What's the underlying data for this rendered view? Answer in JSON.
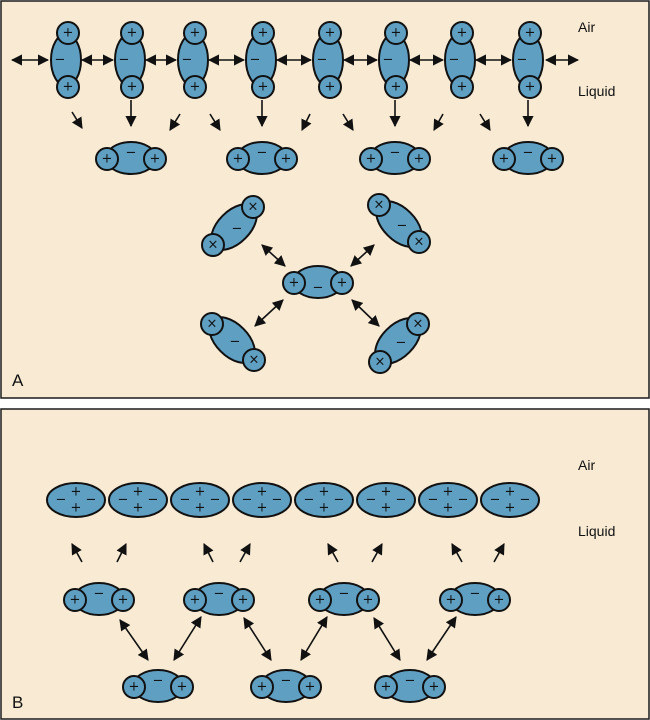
{
  "panel_a": {
    "label": "A",
    "air_label": "Air",
    "liquid_label": "Liquid",
    "signs": {
      "positive": "+",
      "negative": "−",
      "cross": "×"
    }
  },
  "panel_b": {
    "label": "B",
    "air_label": "Air",
    "liquid_label": "Liquid",
    "signs": {
      "positive": "+",
      "negative": "−"
    }
  },
  "colors": {
    "background": "#f8ead3",
    "molecule": "#5f9fc2",
    "outline": "#111111"
  }
}
